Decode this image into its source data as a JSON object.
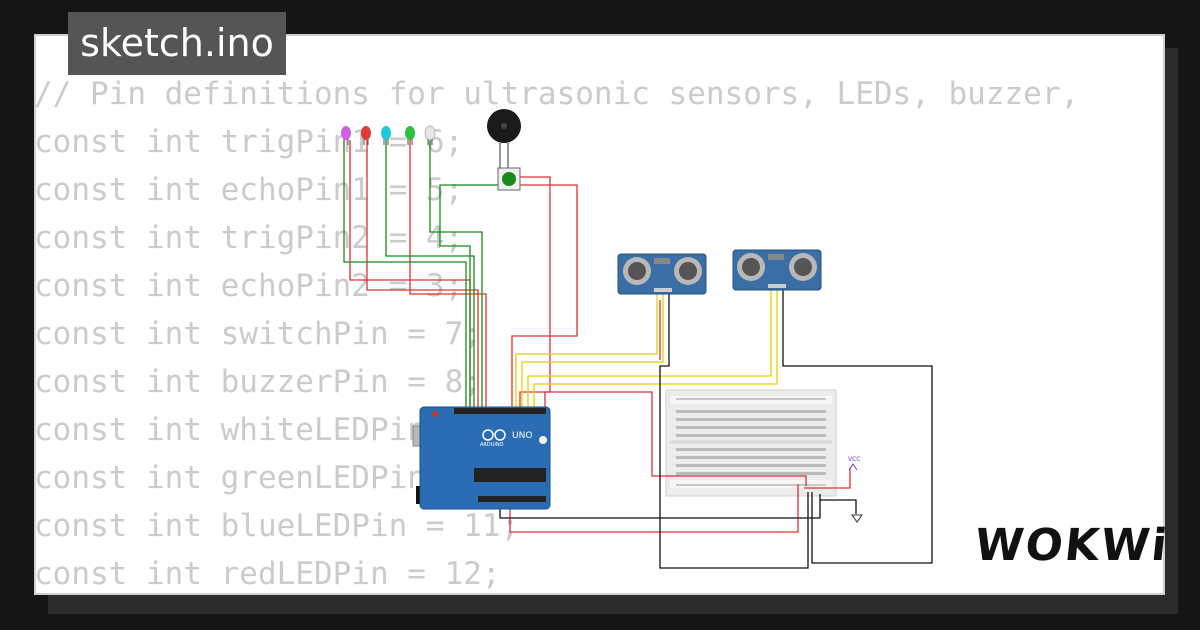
{
  "file_tab": {
    "title": "sketch.ino"
  },
  "code_lines": [
    "// Pin definitions for ultrasonic sensors, LEDs, buzzer,",
    "const int trigPin1 = 6;",
    "const int echoPin1 = 5;",
    "const int trigPin2 = 4;",
    "const int echoPin2 = 3;",
    "const int switchPin = 7;",
    "const int buzzerPin = 8;",
    "const int whiteLEDPin = 9;",
    "const int greenLEDPin = 10;",
    "const int blueLEDPin = 11;",
    "const int redLEDPin = 12;"
  ],
  "board": {
    "label": "UNO",
    "brand": "ARDUINO"
  },
  "power_label": "VCC",
  "brand": {
    "logo": "WOKWi"
  },
  "colors": {
    "wire_red": "#e03030",
    "wire_green": "#1a8a1a",
    "wire_yellow": "#e8d000",
    "wire_black": "#111111",
    "board_blue": "#2b6db5",
    "sensor_blue": "#3a6ea5",
    "led_purple": "#d060e0",
    "led_red": "#e03a3a",
    "led_cyan": "#20c8d8",
    "led_green": "#30c040",
    "led_white": "#e6e6e6"
  }
}
